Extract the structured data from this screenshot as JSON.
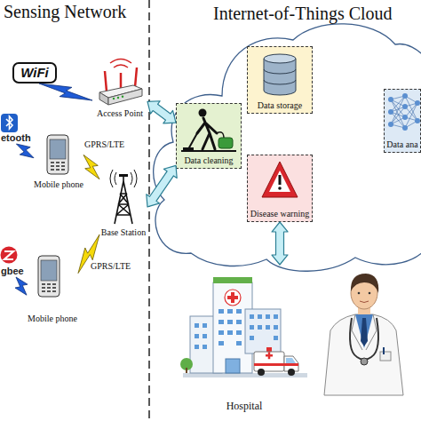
{
  "diagram": {
    "nodes": [
      {
        "text": [
          "WiFi"
        ]
      },
      {
        "text": [
          "Access Point"
        ]
      },
      {
        "text": [
          "etooth"
        ]
      },
      {
        "text": [
          "Mobile phone"
        ]
      },
      {
        "text": [
          "Base Station"
        ]
      },
      {
        "text": [
          "gbee"
        ]
      },
      {
        "text": [
          "Mobile phone"
        ]
      },
      {
        "text": [
          "Internet-of-Things Cloud"
        ]
      },
      {
        "text": [
          "Data storage"
        ],
        "in": 7
      },
      {
        "text": [
          "Data cleaning"
        ],
        "in": 7
      },
      {
        "text": [
          "Data ana"
        ],
        "in": 7
      },
      {
        "text": [
          "Disease warning"
        ],
        "in": 7
      },
      {
        "text": [
          "Hospital"
        ]
      }
    ],
    "edges": [
      {
        "from": 0,
        "to": 1,
        "arrow": "none"
      },
      {
        "from": 2,
        "to": 3,
        "arrow": "none"
      },
      {
        "from": 3,
        "to": 4,
        "label": "GPRS/LTE",
        "arrow": "none"
      },
      {
        "from": 5,
        "to": 6,
        "arrow": "none"
      },
      {
        "from": 6,
        "to": 4,
        "label": "GPRS/LTE",
        "arrow": "none"
      },
      {
        "from": 1,
        "to": 9,
        "arrow": "both"
      },
      {
        "from": 4,
        "to": 9,
        "arrow": "both"
      },
      {
        "from": 11,
        "to": 12,
        "arrow": "both"
      }
    ],
    "labels": [
      "Sensing Network"
    ]
  }
}
